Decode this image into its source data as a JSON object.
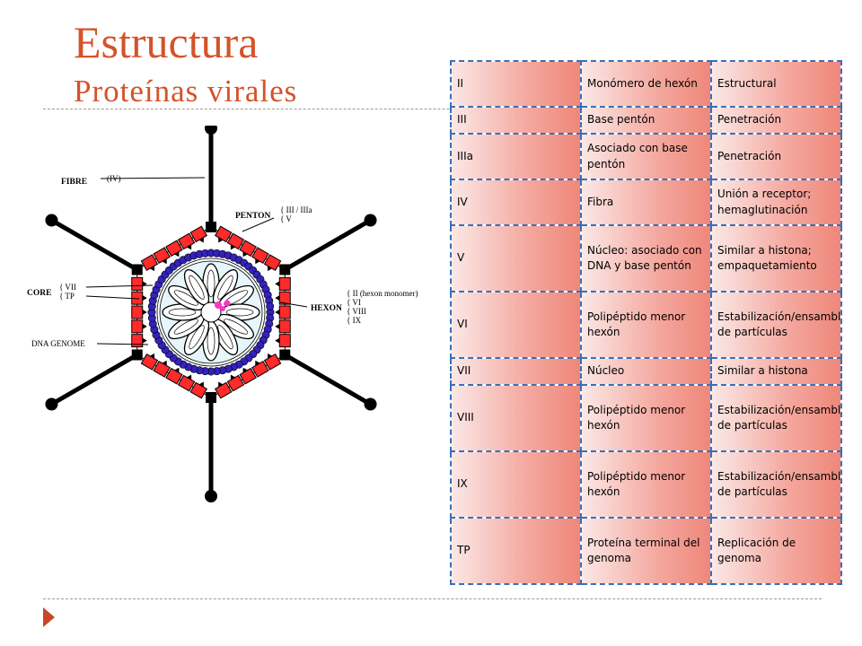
{
  "header": {
    "title": "Estructura",
    "subtitle": "Proteínas virales"
  },
  "diagram": {
    "labels": {
      "fibre": "FIBRE",
      "fibre_roman": "(IV)",
      "penton": "PENTON",
      "penton_parts": [
        "{ III / IIIa",
        "{ V"
      ],
      "core": "CORE",
      "core_parts": [
        "{ VII",
        "{ TP"
      ],
      "hexon": "HEXON",
      "hexon_parts": [
        "{ II (hexon monomer)",
        "{ VI",
        "{ VIII",
        "{ IX"
      ],
      "dna": "DNA GENOME"
    },
    "colors": {
      "capsomer": "#ff2a2a",
      "inner_ring": "#3322bb",
      "core_fill": "#e6f6fb",
      "terminal_protein": "#ff33cc"
    }
  },
  "table": {
    "rows": [
      [
        "II",
        "Monómero de hexón",
        "Estructural"
      ],
      [
        "III",
        "Base pentón",
        "Penetración"
      ],
      [
        "IIIa",
        "Asociado con base pentón",
        "Penetración"
      ],
      [
        "IV",
        "Fibra",
        "Unión a receptor; hemaglutinación"
      ],
      [
        "V",
        "Núcleo: asociado con DNA y base pentón",
        "Similar a histona; empaquetamiento"
      ],
      [
        "VI",
        "Polipéptido menor hexón",
        "Estabilización/ensamblaje de partículas"
      ],
      [
        "VII",
        "Núcleo",
        "Similar a histona"
      ],
      [
        "VIII",
        "Polipéptido menor hexón",
        "Estabilización/ensamblaje de partículas"
      ],
      [
        "IX",
        "Polipéptido menor hexón",
        "Estabilización/ensamblaje de partículas"
      ],
      [
        "TP",
        "Proteína terminal del genoma",
        "Replicación de genoma"
      ]
    ]
  }
}
